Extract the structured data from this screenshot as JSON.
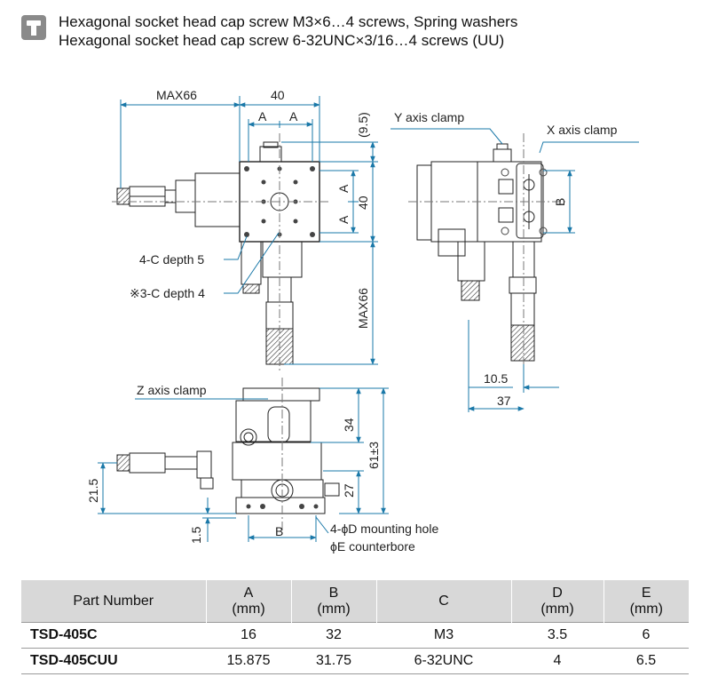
{
  "header": {
    "icon": "screw-icon",
    "line1": "Hexagonal socket head cap screw  M3×6…4 screws, Spring washers",
    "line2": "Hexagonal socket head cap screw  6-32UNC×3/16…4 screws (UU)"
  },
  "drawing": {
    "top_view": {
      "max66": "MAX66",
      "forty_w": "40",
      "a_left": "A",
      "a_right": "A",
      "nine_five": "(9.5)",
      "a_top": "A",
      "a_bottom": "A",
      "forty_h": "40",
      "max66_v": "MAX66",
      "c_depth5": "4-C depth 5",
      "c_depth4": "※3-C depth 4"
    },
    "side_view": {
      "y_clamp": "Y axis clamp",
      "x_clamp": "X axis clamp",
      "b": "B",
      "ten_five": "10.5",
      "thirty_seven": "37"
    },
    "front_view": {
      "z_clamp": "Z axis clamp",
      "thirty_four": "34",
      "sixty_one": "61±3",
      "twenty_seven": "27",
      "twenty_one_five": "21.5",
      "one_five": "1.5",
      "b": "B",
      "mount1": "4-ϕD mounting hole",
      "mount2": "ϕE counterbore"
    }
  },
  "table": {
    "headers": [
      {
        "line1": "Part Number",
        "line2": ""
      },
      {
        "line1": "A",
        "line2": "(mm)"
      },
      {
        "line1": "B",
        "line2": "(mm)"
      },
      {
        "line1": "C",
        "line2": ""
      },
      {
        "line1": "D",
        "line2": "(mm)"
      },
      {
        "line1": "E",
        "line2": "(mm)"
      }
    ],
    "rows": [
      [
        "TSD-405C",
        "16",
        "32",
        "M3",
        "3.5",
        "6"
      ],
      [
        "TSD-405CUU",
        "15.875",
        "31.75",
        "6-32UNC",
        "4",
        "6.5"
      ]
    ]
  }
}
